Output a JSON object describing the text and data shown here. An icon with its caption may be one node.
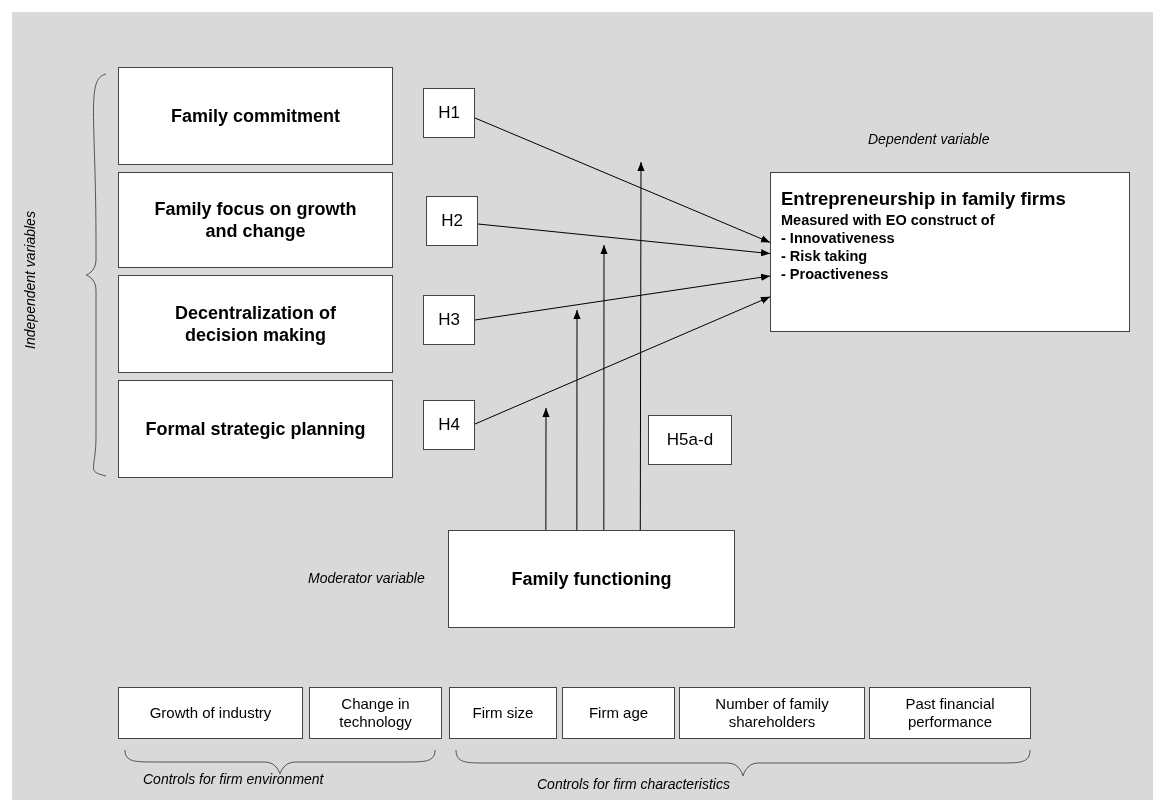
{
  "diagram": {
    "nodes": [
      {
        "text": [
          "Family commitment"
        ]
      },
      {
        "text": [
          "Family focus on growth and change"
        ]
      },
      {
        "text": [
          "Decentralization of decision making"
        ]
      },
      {
        "text": [
          "Formal strategic planning"
        ]
      },
      {
        "text": [
          "H1"
        ]
      },
      {
        "text": [
          "H2"
        ]
      },
      {
        "text": [
          "H3"
        ]
      },
      {
        "text": [
          "H4"
        ]
      },
      {
        "text": [
          "Entrepreneurship in family firms",
          "Measured with EO construct of",
          "- Innovativeness",
          "- Risk taking",
          "- Proactiveness"
        ]
      },
      {
        "text": [
          "H5a-d"
        ]
      },
      {
        "text": [
          "Family functioning"
        ]
      },
      {
        "text": [
          "Growth of industry"
        ]
      },
      {
        "text": [
          "Change in technology"
        ]
      },
      {
        "text": [
          "Firm size"
        ]
      },
      {
        "text": [
          "Firm age"
        ]
      },
      {
        "text": [
          "Number of family shareholders"
        ]
      },
      {
        "text": [
          "Past financial performance"
        ]
      }
    ],
    "edges": [
      {
        "from": 4,
        "to": 8,
        "arrow": "to"
      },
      {
        "from": 5,
        "to": 8,
        "arrow": "to"
      },
      {
        "from": 6,
        "to": 8,
        "arrow": "to"
      },
      {
        "from": 7,
        "to": 8,
        "arrow": "to"
      },
      {
        "from": 10,
        "to": null,
        "arrow": "to"
      },
      {
        "from": 10,
        "to": null,
        "arrow": "to"
      },
      {
        "from": 10,
        "to": null,
        "arrow": "to"
      },
      {
        "from": 10,
        "to": null,
        "arrow": "to"
      }
    ],
    "labels": [
      "Dependent variable",
      "Independent variables",
      "Moderator variable",
      "Controls for firm environment",
      "Controls for firm characteristics"
    ]
  }
}
